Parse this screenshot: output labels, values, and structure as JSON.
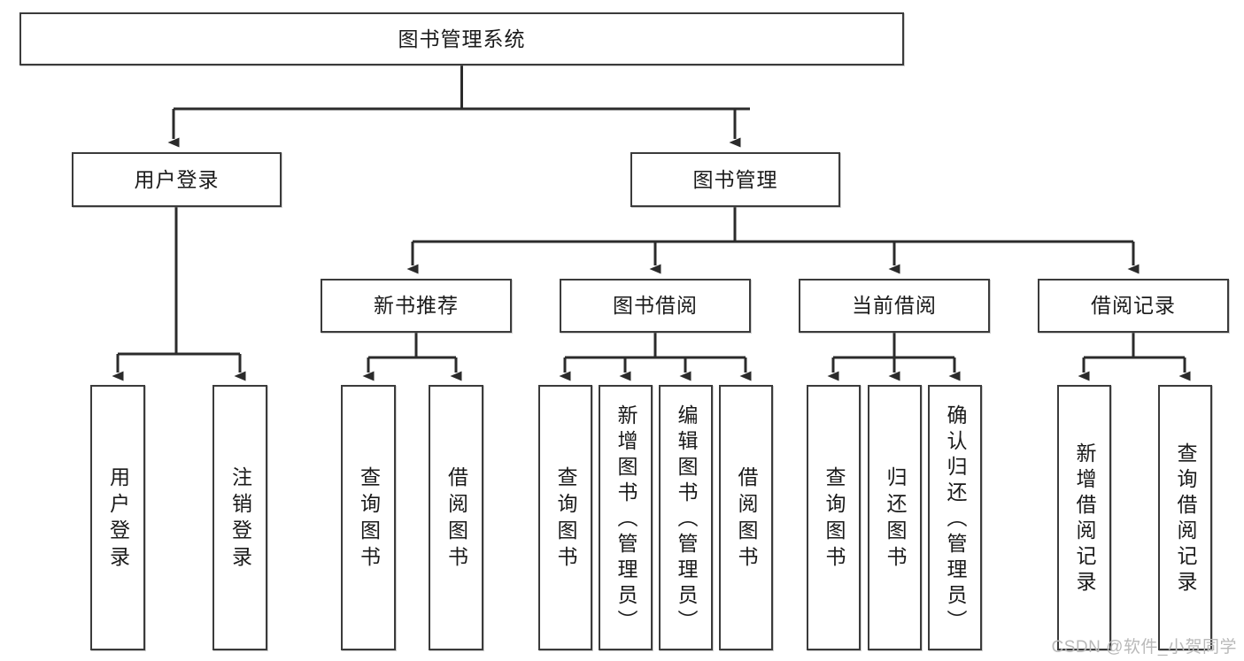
{
  "diagram": {
    "type": "tree-hierarchy",
    "title": "图书管理系统",
    "root": {
      "id": "root",
      "label": "图书管理系统",
      "orientation": "horizontal"
    },
    "level2": [
      {
        "id": "user-login",
        "label": "用户登录",
        "orientation": "horizontal"
      },
      {
        "id": "book-manage",
        "label": "图书管理",
        "orientation": "horizontal"
      }
    ],
    "level3": [
      {
        "id": "new-book-recommend",
        "label": "新书推荐",
        "orientation": "horizontal",
        "parent": "book-manage"
      },
      {
        "id": "book-borrow",
        "label": "图书借阅",
        "orientation": "horizontal",
        "parent": "book-manage"
      },
      {
        "id": "current-borrow",
        "label": "当前借阅",
        "orientation": "horizontal",
        "parent": "book-manage"
      },
      {
        "id": "borrow-record",
        "label": "借阅记录",
        "orientation": "horizontal",
        "parent": "book-manage"
      }
    ],
    "leaves": [
      {
        "id": "leaf-user-login",
        "label": "用户登录",
        "orientation": "vertical",
        "parent": "user-login"
      },
      {
        "id": "leaf-user-logout",
        "label": "注销登录",
        "orientation": "vertical",
        "parent": "user-login"
      },
      {
        "id": "leaf-query-book-1",
        "label": "查询图书",
        "orientation": "vertical",
        "parent": "new-book-recommend"
      },
      {
        "id": "leaf-borrow-book-1",
        "label": "借阅图书",
        "orientation": "vertical",
        "parent": "new-book-recommend"
      },
      {
        "id": "leaf-query-book-2",
        "label": "查询图书",
        "orientation": "vertical",
        "parent": "book-borrow"
      },
      {
        "id": "leaf-add-book",
        "label": "新增图书（管理员）",
        "orientation": "vertical",
        "parent": "book-borrow"
      },
      {
        "id": "leaf-edit-book",
        "label": "编辑图书（管理员）",
        "orientation": "vertical",
        "parent": "book-borrow"
      },
      {
        "id": "leaf-borrow-book-2",
        "label": "借阅图书",
        "orientation": "vertical",
        "parent": "book-borrow"
      },
      {
        "id": "leaf-query-book-3",
        "label": "查询图书",
        "orientation": "vertical",
        "parent": "current-borrow"
      },
      {
        "id": "leaf-return-book",
        "label": "归还图书",
        "orientation": "vertical",
        "parent": "current-borrow"
      },
      {
        "id": "leaf-confirm-return",
        "label": "确认归还（管理员）",
        "orientation": "vertical",
        "parent": "current-borrow"
      },
      {
        "id": "leaf-add-record",
        "label": "新增借阅记录",
        "orientation": "vertical",
        "parent": "borrow-record"
      },
      {
        "id": "leaf-query-record",
        "label": "查询借阅记录",
        "orientation": "vertical",
        "parent": "borrow-record"
      }
    ]
  },
  "watermark": {
    "text": "CSDN @软件_小贺同学"
  },
  "colors": {
    "box_border": "#3b3b3b",
    "box_fill": "#ffffff",
    "connector": "#2b2b2b",
    "text": "#1a1a1a",
    "watermark": "#b9b9b9",
    "background": "#ffffff"
  }
}
